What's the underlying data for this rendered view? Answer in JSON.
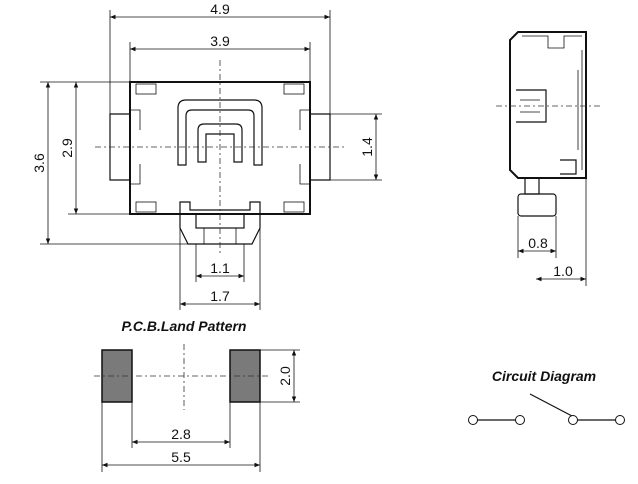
{
  "top_view": {
    "width_overall": "4.9",
    "width_body": "3.9",
    "height_overall": "3.6",
    "height_body": "2.9",
    "terminal_height": "1.4",
    "actuator_inner": "1.1",
    "actuator_outer": "1.7"
  },
  "side_view": {
    "actuator_height": "0.8",
    "terminal_offset": "1.0"
  },
  "land_pattern": {
    "title": "P.C.B.Land Pattern",
    "pad_height": "2.0",
    "inner_gap": "2.8",
    "outer_span": "5.5"
  },
  "circuit": {
    "title": "Circuit Diagram"
  },
  "colors": {
    "pad_fill": "#7a7a7a",
    "line": "#111111"
  }
}
